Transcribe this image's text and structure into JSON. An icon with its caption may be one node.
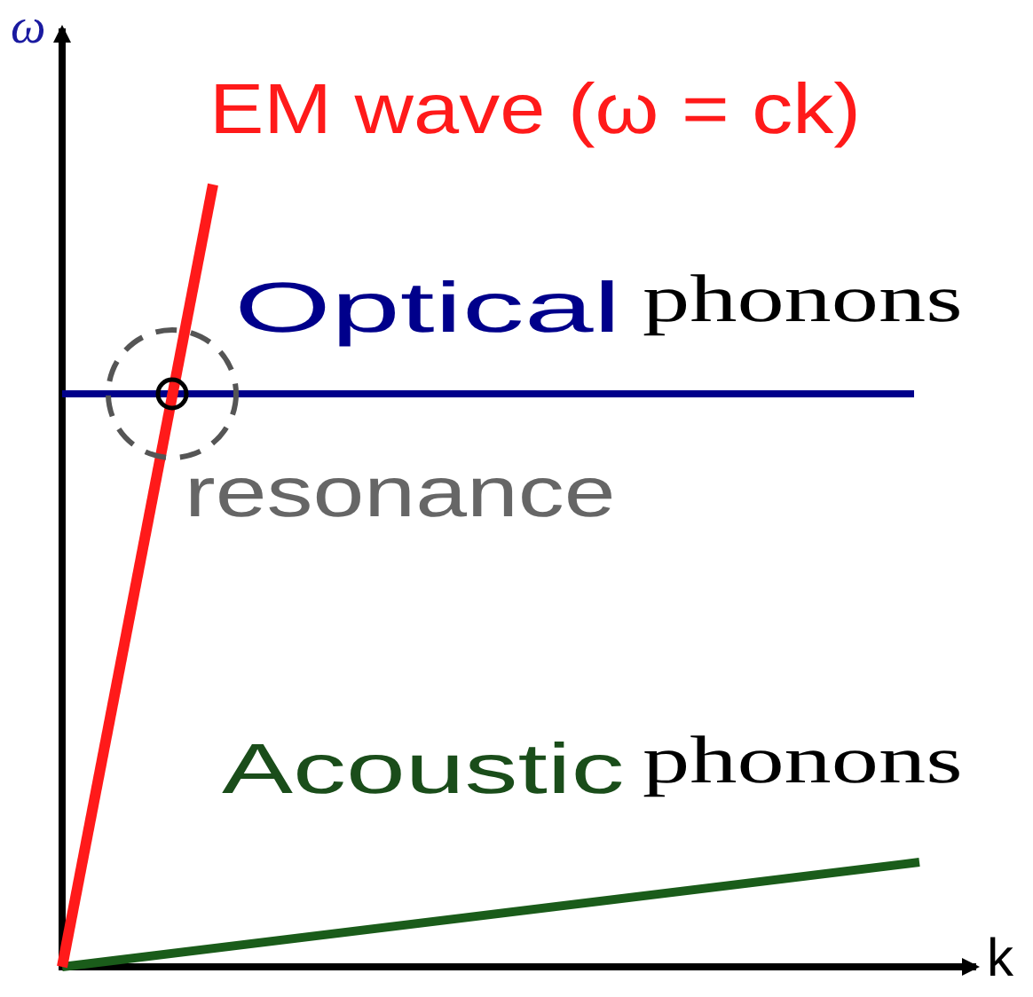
{
  "diagram": {
    "labels": [
      "ω",
      "EM wave (ω = ck)",
      "Optical",
      "phonons",
      "resonance",
      "Acoustic",
      "phonons",
      "k"
    ]
  }
}
